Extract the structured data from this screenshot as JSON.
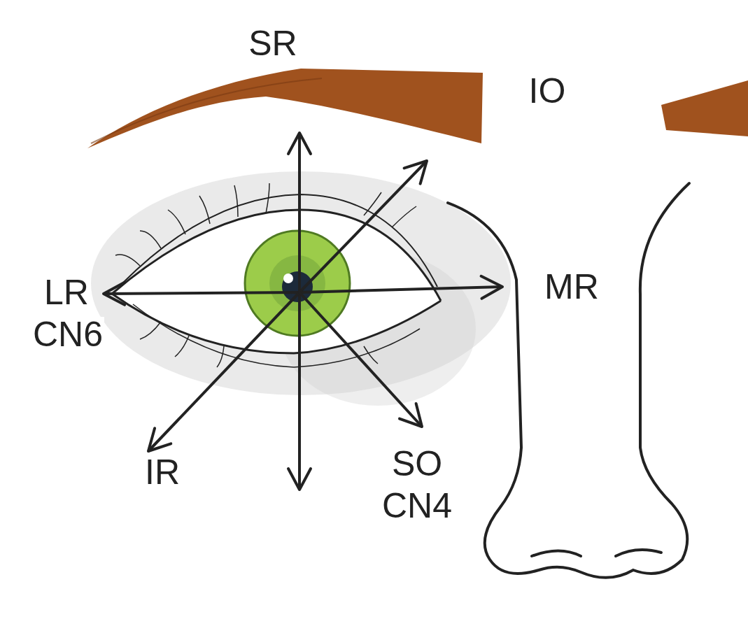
{
  "diagram": {
    "labels": [
      "SR",
      "IO",
      "LR",
      "CN6",
      "MR",
      "IR",
      "SO",
      "CN4"
    ]
  }
}
